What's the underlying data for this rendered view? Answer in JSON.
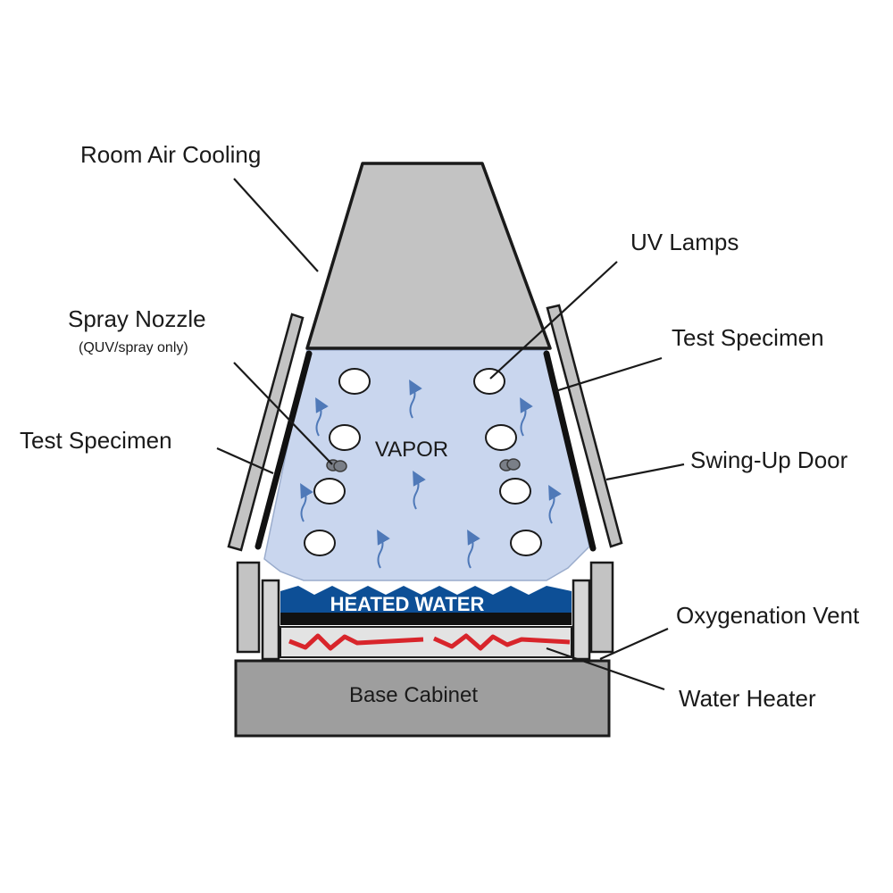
{
  "labels": {
    "room_air_cooling": "Room Air Cooling",
    "uv_lamps": "UV Lamps",
    "spray_nozzle": "Spray Nozzle",
    "spray_nozzle_note": "(QUV/spray only)",
    "test_specimen_left": "Test Specimen",
    "test_specimen_right": "Test Specimen",
    "swing_up_door": "Swing-Up Door",
    "vapor": "VAPOR",
    "heated_water": "HEATED WATER",
    "oxygenation_vent": "Oxygenation Vent",
    "water_heater": "Water Heater",
    "base_cabinet": "Base Cabinet"
  },
  "colors": {
    "chamber_vapor": "#c9d6ee",
    "hood_gray": "#c3c3c3",
    "heated_water": "#0d4f96",
    "heater_coil": "#d8252b",
    "arrow_blue": "#4f79b8",
    "outline": "#1a1a1a"
  },
  "icons": {
    "uv_lamp": "uv-lamp-icon",
    "spray_nozzle": "spray-nozzle-icon",
    "vapor_arrow": "vapor-arrow-icon"
  }
}
